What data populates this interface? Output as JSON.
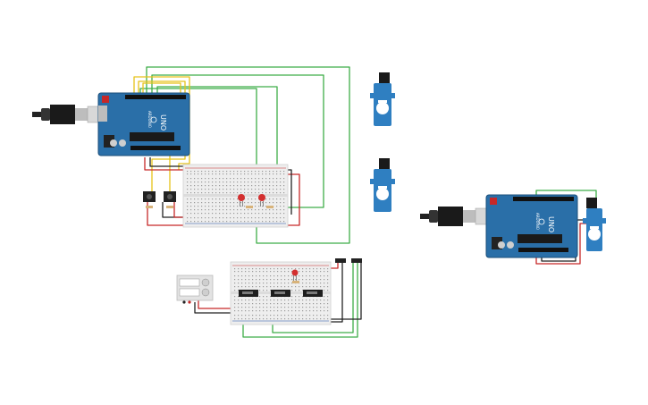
{
  "app": {
    "canvas_label": "circuit-canvas"
  },
  "boards": {
    "board1": {
      "model": "UNO",
      "brand": "ARDUINO"
    },
    "board2": {
      "model": "UNO",
      "brand": "ARDUINO"
    }
  },
  "colors": {
    "board_blue": "#2a6fa8",
    "board_dark": "#1c4f7a",
    "wire_green": "#3fae49",
    "wire_yellow": "#e6c21a",
    "wire_red": "#c62828",
    "wire_black": "#222222",
    "wire_purple": "#7b3fa0",
    "breadboard": "#eeeeee",
    "servo_blue": "#2f7fc1"
  },
  "icons": {
    "usb_plug": "usb-plug-icon",
    "servo": "servo-motor-icon",
    "power_supply": "power-supply-icon",
    "led": "led-icon",
    "pushbutton": "pushbutton-icon",
    "ic_chip": "ic-chip-icon"
  }
}
